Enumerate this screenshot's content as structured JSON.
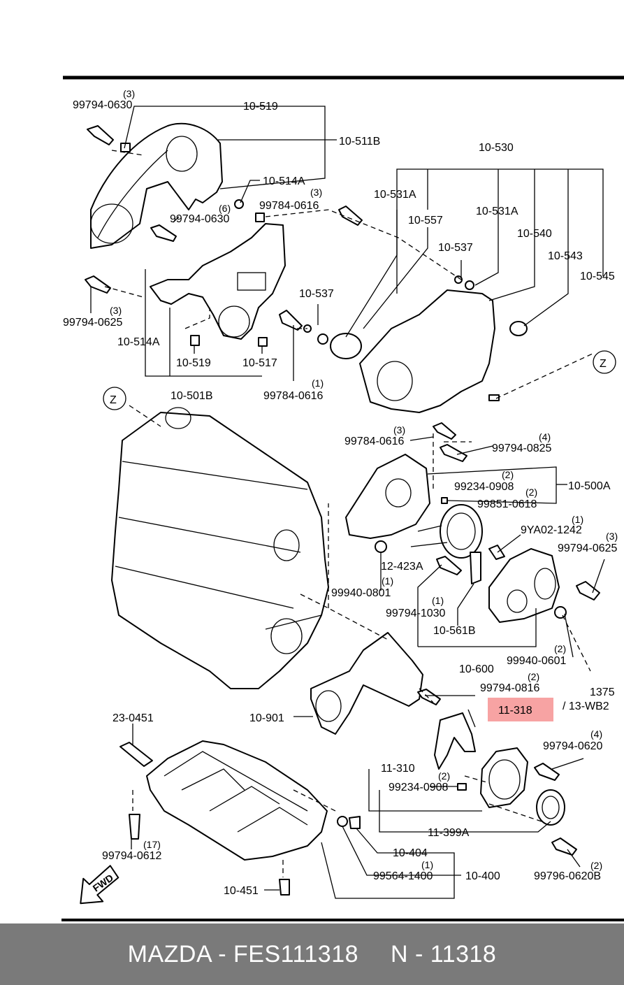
{
  "diagram": {
    "labels": {
      "l10_519_top": "10-519",
      "l99794_0630_top": "99794-0630",
      "q3_0630": "(3)",
      "l10_511B": "10-511B",
      "l10_514A_top": "10-514A",
      "q6": "(6)",
      "l99794_0630_mid": "99794-0630",
      "l99784_0616_top": "99784-0616",
      "q3_0616_top": "(3)",
      "l10_530": "10-530",
      "l10_531A_left": "10-531A",
      "l10_557": "10-557",
      "l10_531A_right": "10-531A",
      "l10_540": "10-540",
      "l10_537_a": "10-537",
      "l10_543": "10-543",
      "l10_545": "10-545",
      "l10_537_b": "10-537",
      "l99794_0625_left": "99794-0625",
      "q3_0625_left": "(3)",
      "l10_514A_left": "10-514A",
      "l10_519_bottom": "10-519",
      "l10_517": "10-517",
      "l10_501B": "10-501B",
      "l99784_0616_mid": "99784-0616",
      "q1_0616_mid": "(1)",
      "z_left": "Z",
      "z_right": "Z",
      "l99784_0616_low": "99784-0616",
      "q3_0616_low": "(3)",
      "l99794_0825": "99794-0825",
      "q4_0825": "(4)",
      "l99234_0908_top": "99234-0908",
      "q2_0908_top": "(2)",
      "l10_500A": "10-500A",
      "l99851_0618": "99851-0618",
      "q2_0618": "(2)",
      "l9YA02_1242": "9YA02-1242",
      "q1_1242": "(1)",
      "l99794_0625_right": "99794-0625",
      "q3_0625_right": "(3)",
      "l12_423A": "12-423A",
      "l99940_0801": "99940-0801",
      "q1_0801": "(1)",
      "l99794_1030": "99794-1030",
      "q1_1030": "(1)",
      "l10_561B": "10-561B",
      "l10_600": "10-600",
      "l99940_0601": "99940-0601",
      "q2_0601": "(2)",
      "l99794_0816": "99794-0816",
      "q2_0816": "(2)",
      "l1375": "1375",
      "l13_WB2": "/ 13-WB2",
      "l11_318": "11-318",
      "l10_901": "10-901",
      "l23_0451": "23-0451",
      "l99794_0620": "99794-0620",
      "q4_0620": "(4)",
      "l11_310": "11-310",
      "l99234_0908_low": "99234-0908",
      "q2_0908_low": "(2)",
      "l11_399A": "11-399A",
      "l10_404": "10-404",
      "l99794_0612": "99794-0612",
      "q17": "(17)",
      "l99564_1400": "99564-1400",
      "q1_1400": "(1)",
      "l10_400": "10-400",
      "l99796_0620B": "99796-0620B",
      "q2_0620B": "(2)",
      "l10_451": "10-451",
      "fwd": "FWD"
    },
    "highlight_color": "#f7a3a3"
  },
  "footer": {
    "brand_part": "MAZDA - FES111318",
    "number": "N - 11318",
    "background": "#7a7a7a"
  }
}
